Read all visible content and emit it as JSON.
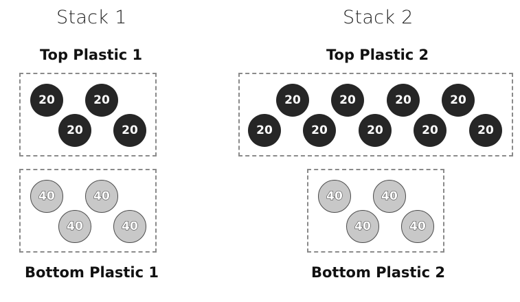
{
  "stacks": [
    {
      "heading": "Stack 1",
      "top": {
        "label": "Top Plastic 1",
        "chip_value": "20",
        "chip_color": "#262626"
      },
      "bottom": {
        "label": "Bottom Plastic 1",
        "chip_value": "40",
        "chip_color": "#c8c8c8"
      }
    },
    {
      "heading": "Stack 2",
      "top": {
        "label": "Top Plastic 2",
        "chip_value": "20",
        "chip_color": "#262626"
      },
      "bottom": {
        "label": "Bottom Plastic 2",
        "chip_value": "40",
        "chip_color": "#c8c8c8"
      }
    }
  ]
}
